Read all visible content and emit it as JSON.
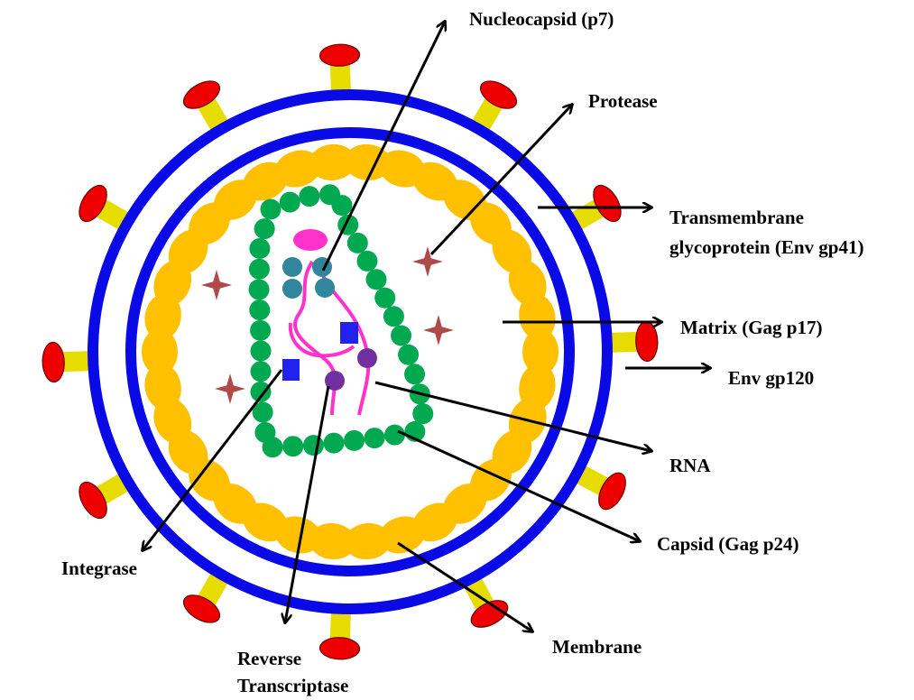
{
  "labels": {
    "nucleocapsid": "Nucleocapsid (p7)",
    "protease": "Protease",
    "transmembrane_line1": "Transmembrane",
    "transmembrane_line2": "glycoprotein (Env gp41)",
    "matrix": "Matrix (Gag p17)",
    "env_gp120": "Env gp120",
    "rna": "RNA",
    "capsid": "Capsid (Gag p24)",
    "membrane": "Membrane",
    "integrase": "Integrase",
    "reverse_line1": "Reverse",
    "reverse_line2": "Transcriptase"
  },
  "colors": {
    "membrane": "#0a0ae6",
    "spike_stem": "#e6dc00",
    "spike_head": "#ee0000",
    "matrix": "#ffc000",
    "capsid": "#00a850",
    "nucleocapsid": "#31859c",
    "rna": "#ff33cc",
    "protease": "#b04a4a",
    "integrase": "#2222ee",
    "reverse_transcriptase": "#7030a0",
    "arrow": "#000000"
  }
}
